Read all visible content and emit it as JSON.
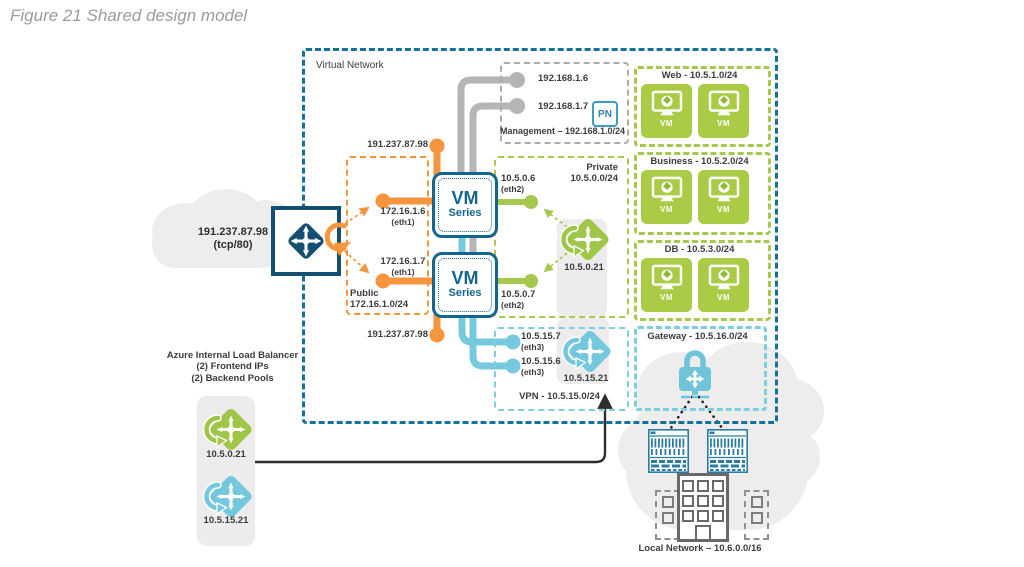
{
  "figure": {
    "title": "Figure 21   Shared design model"
  },
  "internet": {
    "ip": "191.237.87.98",
    "port": "(tcp/80)"
  },
  "virtual_network": {
    "label": "Virtual Network"
  },
  "public_subnet": {
    "name": "Public",
    "cidr": "172.16.1.0/24",
    "eip_top": "191.237.87.98",
    "eip_bottom": "191.237.87.98",
    "if1": {
      "ip": "172.16.1.6",
      "eth": "(eth1)"
    },
    "if2": {
      "ip": "172.16.1.7",
      "eth": "(eth1)"
    }
  },
  "firewalls": {
    "vm1": {
      "line1": "VM",
      "line2": "Series"
    },
    "vm2": {
      "line1": "VM",
      "line2": "Series"
    }
  },
  "management_subnet": {
    "ip1": "192.168.1.6",
    "ip2": "192.168.1.7",
    "panorama": "PN",
    "label": "Management – 192.168.1.0/24"
  },
  "private_subnet": {
    "name": "Private",
    "cidr": "10.5.0.0/24",
    "if1": {
      "ip": "10.5.0.6",
      "eth": "(eth2)"
    },
    "if2": {
      "ip": "10.5.0.7",
      "eth": "(eth2)"
    },
    "lb_ip": "10.5.0.21"
  },
  "vpn_subnet": {
    "label": "VPN - 10.5.15.0/24",
    "if1": {
      "ip": "10.5.15.7",
      "eth": "(eth3)"
    },
    "if2": {
      "ip": "10.5.15.6",
      "eth": "(eth3)"
    },
    "lb_ip": "10.5.15.21"
  },
  "web_subnet": {
    "label": "Web - 10.5.1.0/24"
  },
  "business_subnet": {
    "label": "Business - 10.5.2.0/24"
  },
  "db_subnet": {
    "label": "DB - 10.5.3.0/24"
  },
  "gateway_subnet": {
    "label": "Gateway - 10.5.16.0/24"
  },
  "vm_label": "VM",
  "ilb": {
    "line1": "Azure Internal Load Balancer",
    "line2": "(2) Frontend IPs",
    "line3": "(2) Backend Pools",
    "green_lb_ip": "10.5.0.21",
    "cyan_lb_ip": "10.5.15.21"
  },
  "local_network": {
    "label": "Local Network – 10.6.0.0/16"
  },
  "colors": {
    "teal": "#14678b",
    "orange": "#f6953e",
    "green": "#a6c84d",
    "cyan": "#77c9de",
    "gray_line": "#b5b5b5"
  }
}
